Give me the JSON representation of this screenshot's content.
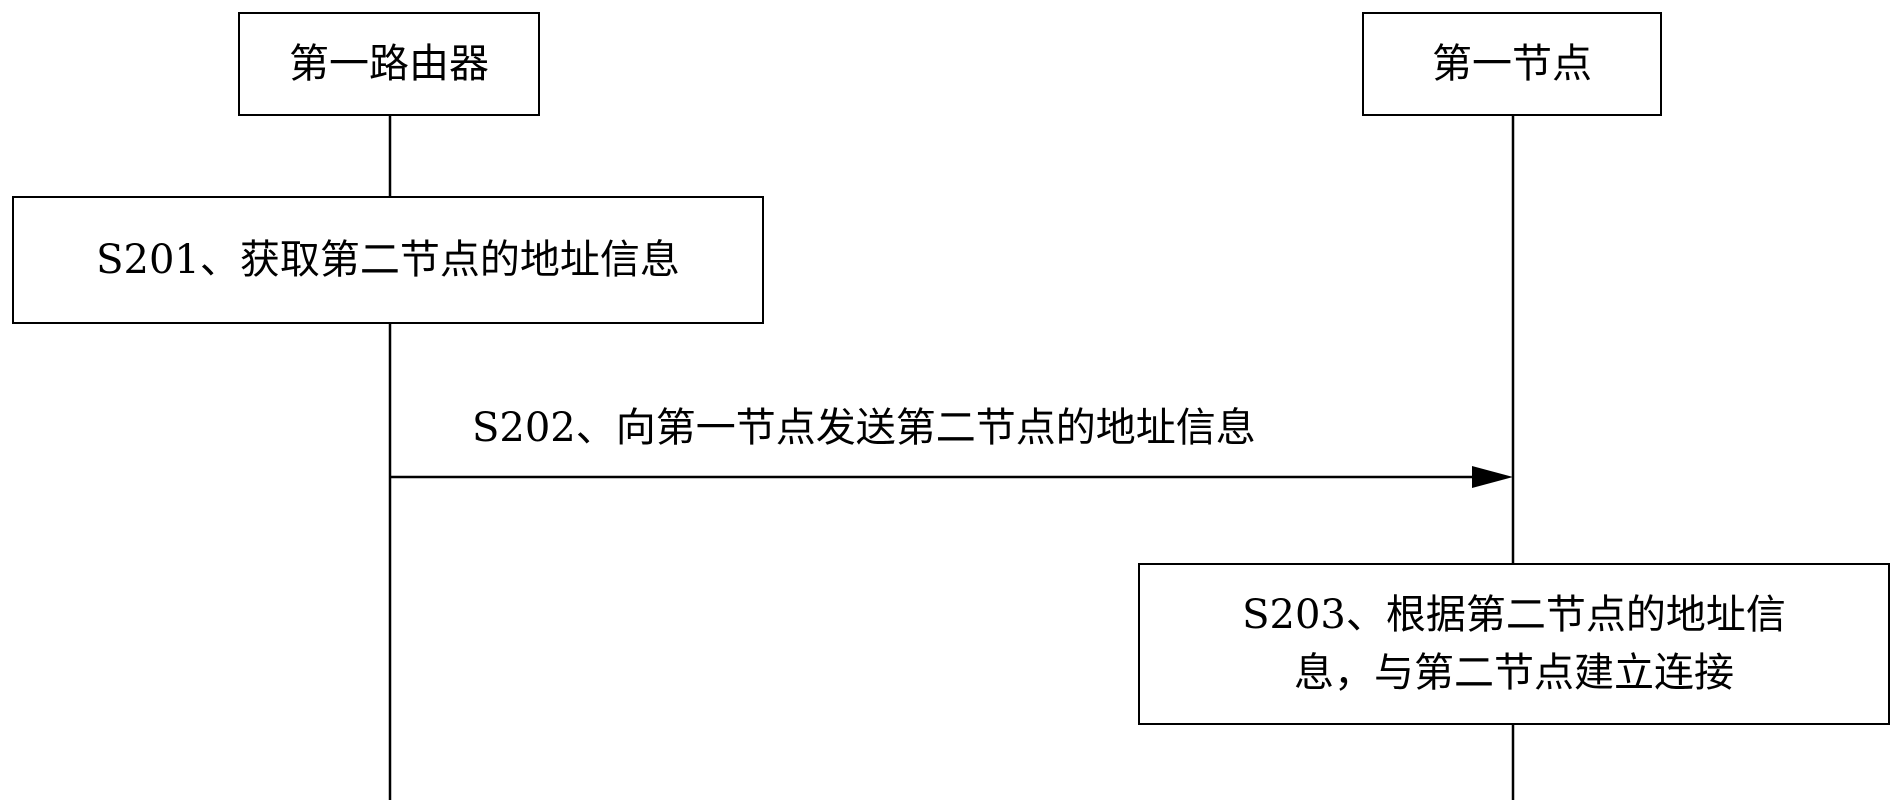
{
  "participants": {
    "router": "第一路由器",
    "node": "第一节点"
  },
  "steps": {
    "s201": "S201、获取第二节点的地址信息",
    "s202": "S202、向第一节点发送第二节点的地址信息",
    "s203_line1": "S203、根据第二节点的地址信",
    "s203_line2": "息，与第二节点建立连接"
  }
}
